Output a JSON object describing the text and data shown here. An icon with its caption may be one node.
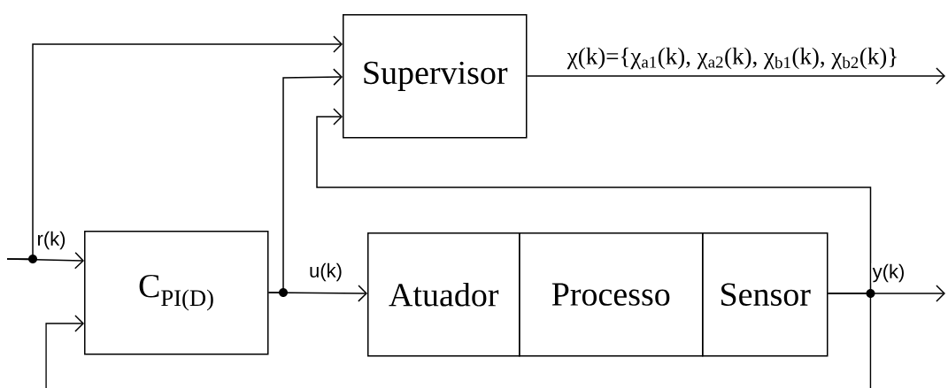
{
  "diagram": {
    "nodes": [
      {
        "text": [
          "Supervisor"
        ]
      },
      {
        "text": [
          "C$_{PI(D)}$"
        ]
      },
      {
        "text": [
          "Atuador"
        ]
      },
      {
        "text": [
          "Processo"
        ]
      },
      {
        "text": [
          "Sensor"
        ]
      }
    ],
    "edges": [
      {
        "from": null,
        "to": 1,
        "arrow": "to",
        "label": "r(k)"
      },
      {
        "from": null,
        "to": 0,
        "arrow": "to"
      },
      {
        "from": 1,
        "to": 2,
        "arrow": "to",
        "label": "u(k)"
      },
      {
        "from": 1,
        "to": 0,
        "arrow": "to"
      },
      {
        "from": 4,
        "to": null,
        "arrow": "to",
        "label": "y(k)"
      },
      {
        "from": 4,
        "to": 0,
        "arrow": "to"
      },
      {
        "from": 4,
        "to": null,
        "arrow": "none"
      },
      {
        "from": null,
        "to": 1,
        "arrow": "to"
      },
      {
        "from": 0,
        "to": null,
        "arrow": "to",
        "label": "χ(k)={χ$_{a1}$(k), χ$_{a2}$(k), χ$_{b1}$(k), χ$_{b2}$(k)}"
      }
    ]
  }
}
